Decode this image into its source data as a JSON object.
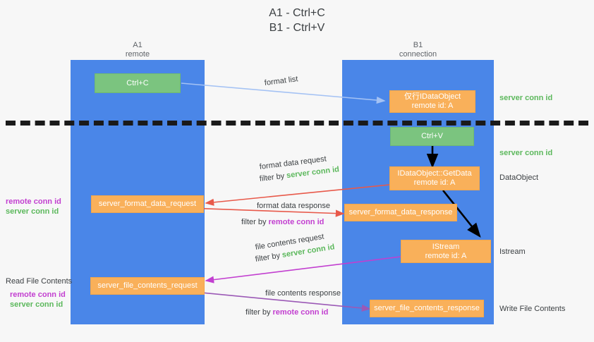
{
  "diagram": {
    "title_line1": "A1 - Ctrl+C",
    "title_line2": "B1 - Ctrl+V",
    "lanes": [
      {
        "name": "A1",
        "role": "remote"
      },
      {
        "name": "B1",
        "role": "connection"
      }
    ],
    "boxes": [
      {
        "id": "ctrl-c",
        "label": "Ctrl+C",
        "sub": "",
        "color": "#7bc47f"
      },
      {
        "id": "idataobject-top",
        "label": "仅行IDataObject",
        "sub": "remote id: A",
        "color": "#f9b05a"
      },
      {
        "id": "ctrl-v",
        "label": "Ctrl+V",
        "sub": "",
        "color": "#7bc47f"
      },
      {
        "id": "getdata",
        "label": "IDataObject::GetData",
        "sub": "remote id: A",
        "color": "#f9b05a"
      },
      {
        "id": "format-data-request",
        "label": "server_format_data_request",
        "sub": "",
        "color": "#f9b05a"
      },
      {
        "id": "format-data-response",
        "label": "server_format_data_response",
        "sub": "",
        "color": "#f9b05a"
      },
      {
        "id": "istream",
        "label": "IStream",
        "sub": "remote id: A",
        "color": "#f9b05a"
      },
      {
        "id": "file-contents-request",
        "label": "server_file_contents_request",
        "sub": "",
        "color": "#f9b05a"
      },
      {
        "id": "file-contents-response",
        "label": "server_file_contents_response",
        "sub": "",
        "color": "#f9b05a"
      }
    ],
    "right_labels": [
      {
        "id": "r1",
        "text": "server conn id",
        "kind": "server"
      },
      {
        "id": "r2",
        "text": "server conn id",
        "kind": "server"
      },
      {
        "id": "r3",
        "text": "DataObject",
        "kind": "plain"
      },
      {
        "id": "r4",
        "text": "Istream",
        "kind": "plain"
      },
      {
        "id": "r5",
        "text": "Write File Contents",
        "kind": "plain"
      }
    ],
    "left_labels": {
      "group1_remote": "remote conn id",
      "group1_server": "server conn id",
      "read_file_contents": "Read File Contents",
      "group2_remote": "remote conn id",
      "group2_server": "server conn id"
    },
    "annotations": [
      {
        "id": "a-format-list",
        "text": "format list",
        "filter_prefix": "",
        "filter_value": "",
        "filter_kind": ""
      },
      {
        "id": "a-fdr",
        "text": "format data request",
        "filter_prefix": "filter by ",
        "filter_value": "server conn id",
        "filter_kind": "server"
      },
      {
        "id": "a-fdres",
        "text": "format data response",
        "filter_prefix": "filter by ",
        "filter_value": "remote conn id",
        "filter_kind": "remote"
      },
      {
        "id": "a-fcr",
        "text": "file contents request",
        "filter_prefix": "filter by ",
        "filter_value": "server conn id",
        "filter_kind": "server"
      },
      {
        "id": "a-fcres",
        "text": "file contents response",
        "filter_prefix": "filter by ",
        "filter_value": "remote conn id",
        "filter_kind": "remote"
      }
    ],
    "colors": {
      "lane": "#4a86e8",
      "green_box": "#7bc47f",
      "orange_box": "#f9b05a",
      "server_conn": "#5cb85c",
      "remote_conn": "#c23fd0",
      "arrow_blue": "#a4c2f4",
      "arrow_red": "#e8594a",
      "arrow_magenta": "#c23fd0",
      "arrow_purple": "#9b59b6",
      "arrow_black": "#000000",
      "divider": "#1a1a1a",
      "background": "#f7f7f7"
    }
  }
}
